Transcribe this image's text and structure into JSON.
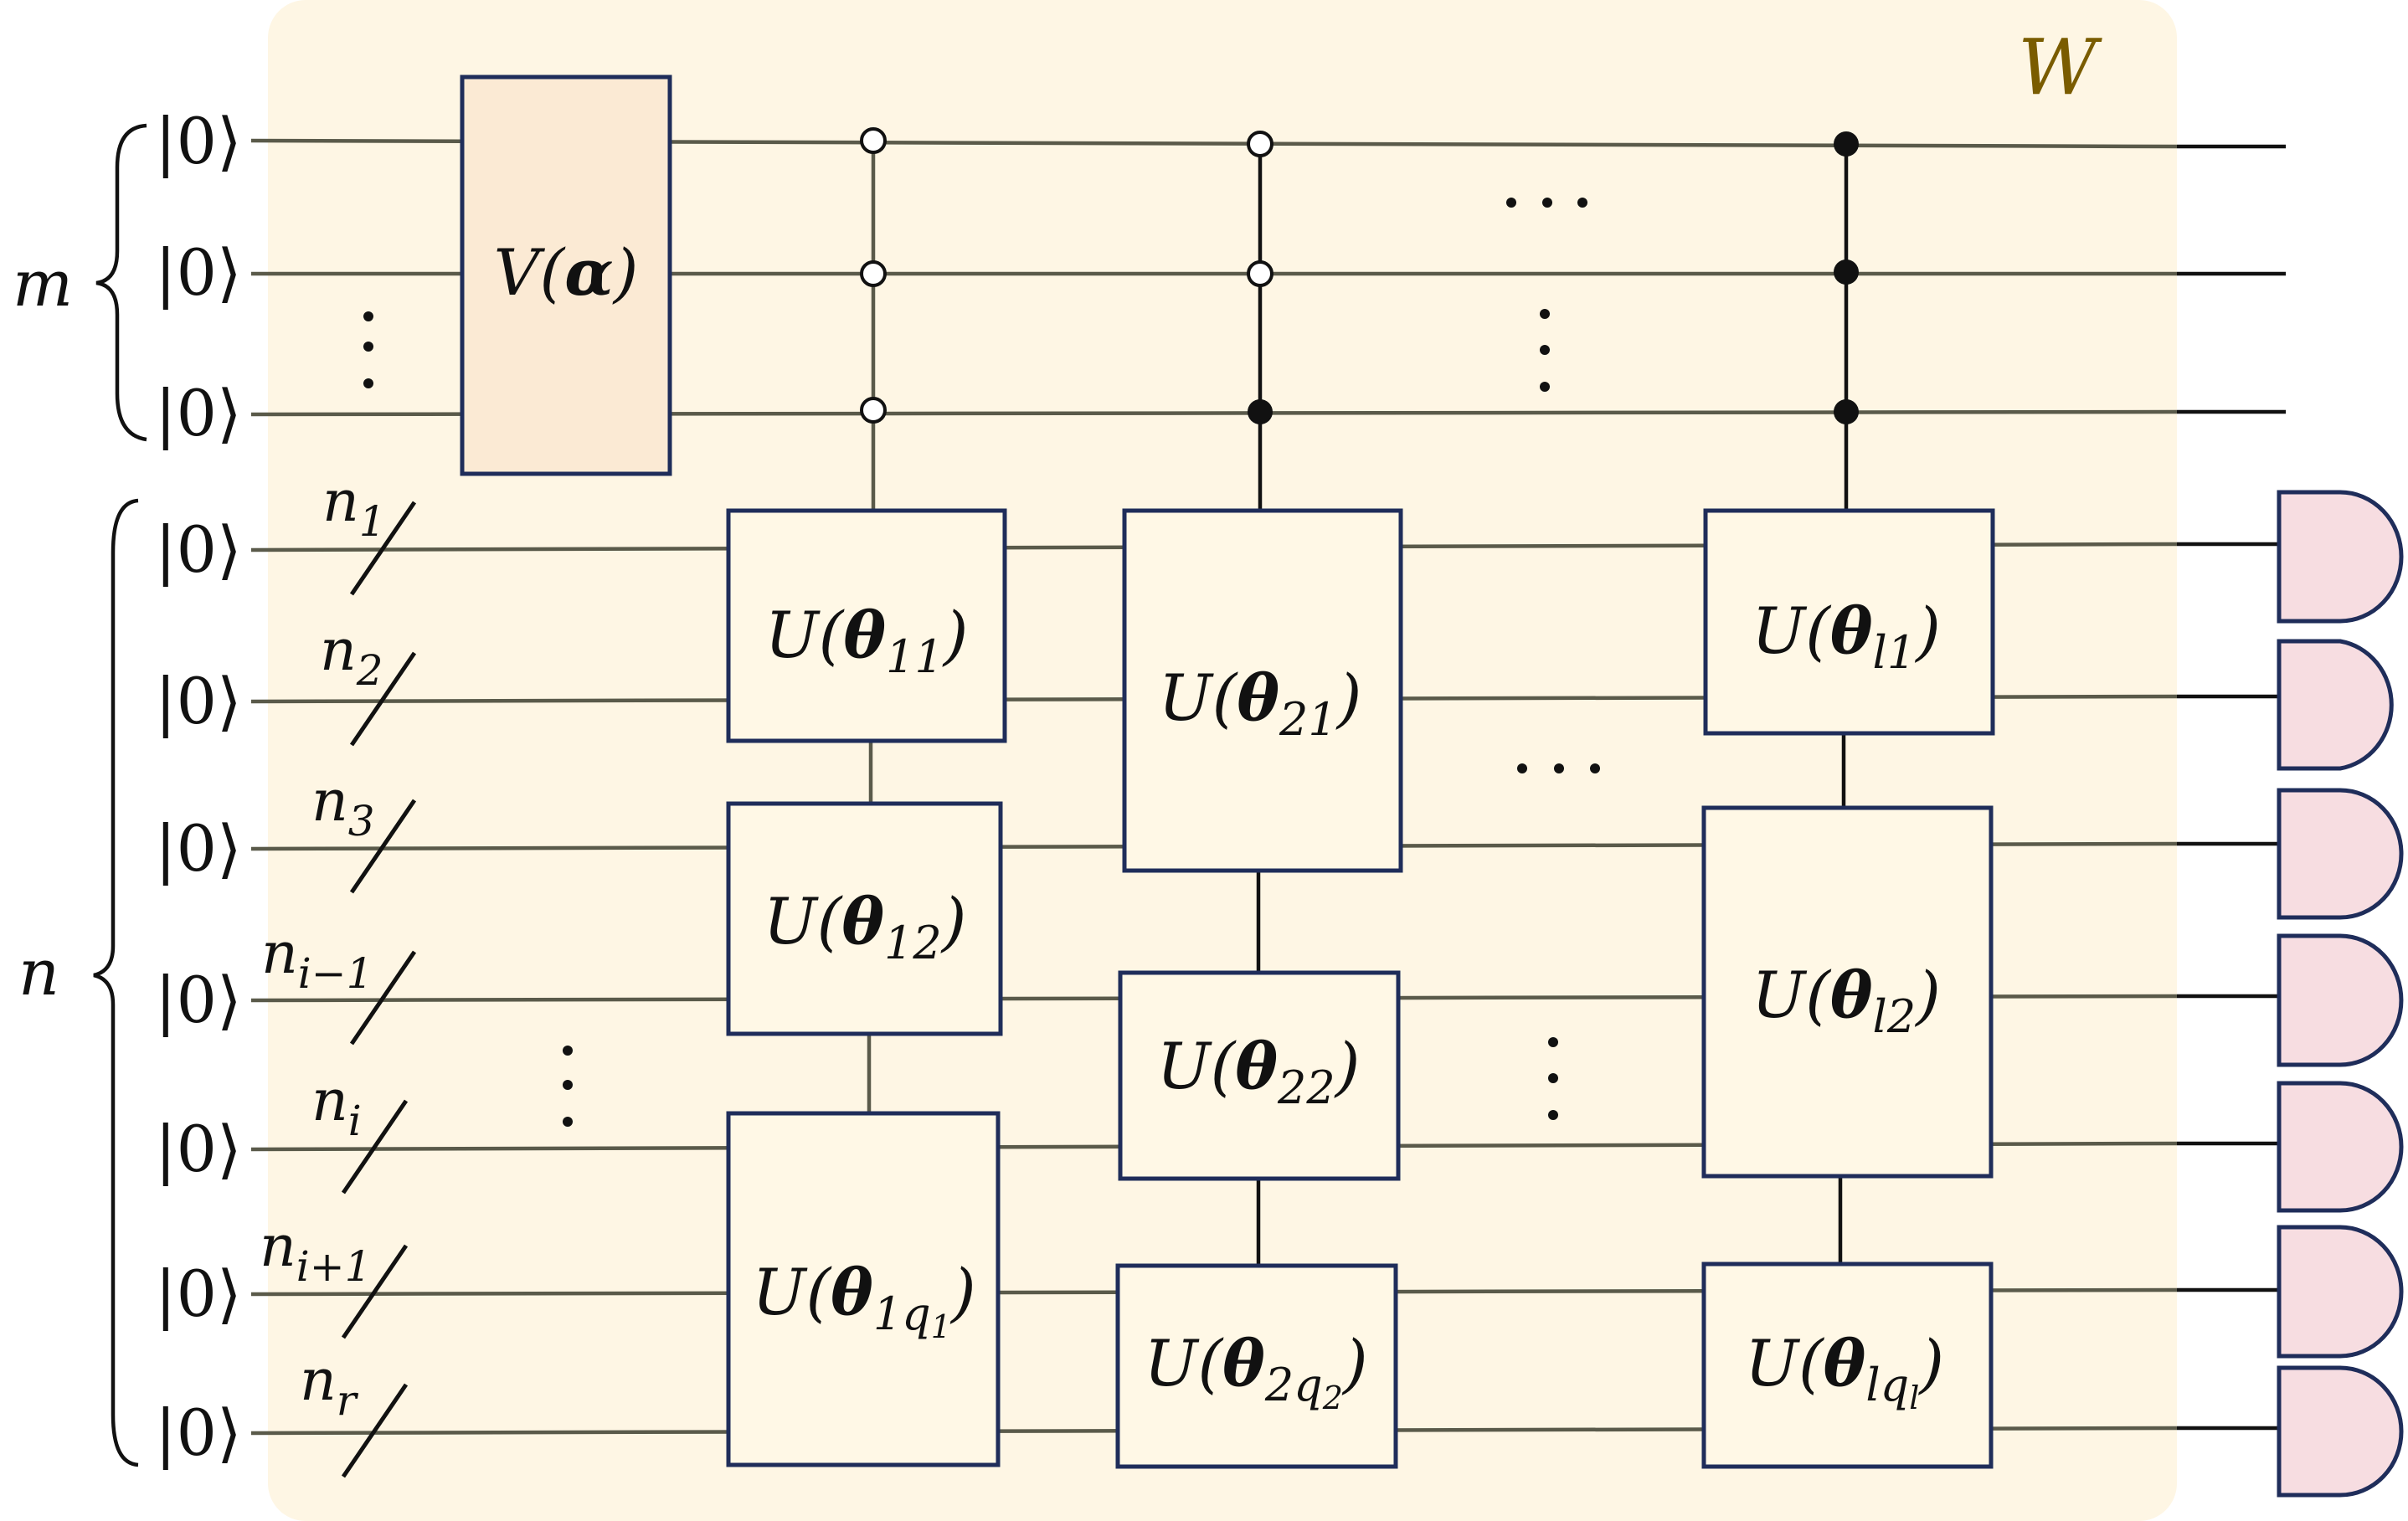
{
  "labels": {
    "region_label": "W",
    "m_label": "m",
    "n_label": "n",
    "ket": "|0⟩",
    "v_gate": "V(α)"
  },
  "register_labels": [
    "n1",
    "n2",
    "n3",
    "ni-1",
    "ni",
    "ni+1",
    "nr"
  ],
  "register_subscripts": [
    "1",
    "2",
    "3",
    "i−1",
    "i",
    "i+1",
    "r"
  ],
  "controls": {
    "column1": [
      "open",
      "open",
      "open"
    ],
    "column2": [
      "open",
      "open",
      "filled"
    ],
    "columnL": [
      "filled",
      "filled",
      "filled"
    ]
  },
  "gates": {
    "g11": {
      "base": "U(",
      "sym": "θ",
      "sub": "11",
      "subsub": "",
      "close": ")"
    },
    "g12": {
      "base": "U(",
      "sym": "θ",
      "sub": "12",
      "subsub": "",
      "close": ")"
    },
    "g1q": {
      "base": "U(",
      "sym": "θ",
      "sub": "1q",
      "subsub": "1",
      "close": ")"
    },
    "g21": {
      "base": "U(",
      "sym": "θ",
      "sub": "21",
      "subsub": "",
      "close": ")"
    },
    "g22": {
      "base": "U(",
      "sym": "θ",
      "sub": "22",
      "subsub": "",
      "close": ")"
    },
    "g2q": {
      "base": "U(",
      "sym": "θ",
      "sub": "2q",
      "subsub": "2",
      "close": ")"
    },
    "gl1": {
      "base": "U(",
      "sym": "θ",
      "sub": "l1",
      "subsub": "",
      "close": ")"
    },
    "gl2": {
      "base": "U(",
      "sym": "θ",
      "sub": "l2",
      "subsub": "",
      "close": ")"
    },
    "glq": {
      "base": "U(",
      "sym": "θ",
      "sub": "lq",
      "subsub": "l",
      "close": ")"
    }
  },
  "colors": {
    "region_bg": "#fef6e4",
    "region_label": "#7a5c00",
    "gate_border": "#1f2d5a",
    "meter_fill": "#f7dde1",
    "v_gate_fill": "#fbead4"
  }
}
